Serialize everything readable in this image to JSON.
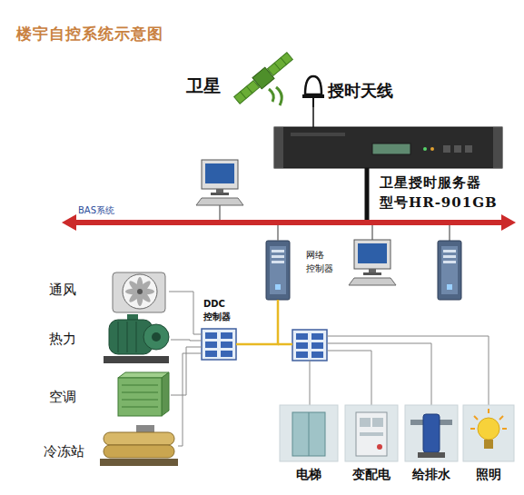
{
  "diagram": {
    "title": "楼宇自控系统示意图",
    "nodes": [
      {
        "text": [
          "卫星"
        ]
      },
      {
        "text": [
          "授时天线"
        ]
      },
      {
        "text": [
          "卫星授时服务器 型号HR-901GB"
        ]
      },
      {
        "text": [
          "BAS系统"
        ]
      },
      {
        "text": [
          "网络 控制器"
        ]
      },
      {
        "text": [
          "DDC 控制器"
        ]
      },
      {
        "text": [
          "通风"
        ]
      },
      {
        "text": [
          "热力"
        ]
      },
      {
        "text": [
          "空调"
        ]
      },
      {
        "text": [
          "冷冻站"
        ]
      },
      {
        "text": [
          "电梯"
        ]
      },
      {
        "text": [
          "变配电"
        ]
      },
      {
        "text": [
          "给排水"
        ]
      },
      {
        "text": [
          "照明"
        ]
      }
    ],
    "edges": [
      {
        "from": 1,
        "to": 2,
        "arrow": "none"
      },
      {
        "from": 2,
        "to": 3,
        "arrow": "none"
      },
      {
        "from": 4,
        "to": 3,
        "arrow": "none"
      },
      {
        "from": 5,
        "to": 4,
        "arrow": "none"
      },
      {
        "from": 5,
        "to": 6,
        "arrow": "none"
      },
      {
        "from": 5,
        "to": 7,
        "arrow": "none"
      },
      {
        "from": 5,
        "to": 8,
        "arrow": "none"
      },
      {
        "from": 5,
        "to": 9,
        "arrow": "none"
      }
    ]
  }
}
